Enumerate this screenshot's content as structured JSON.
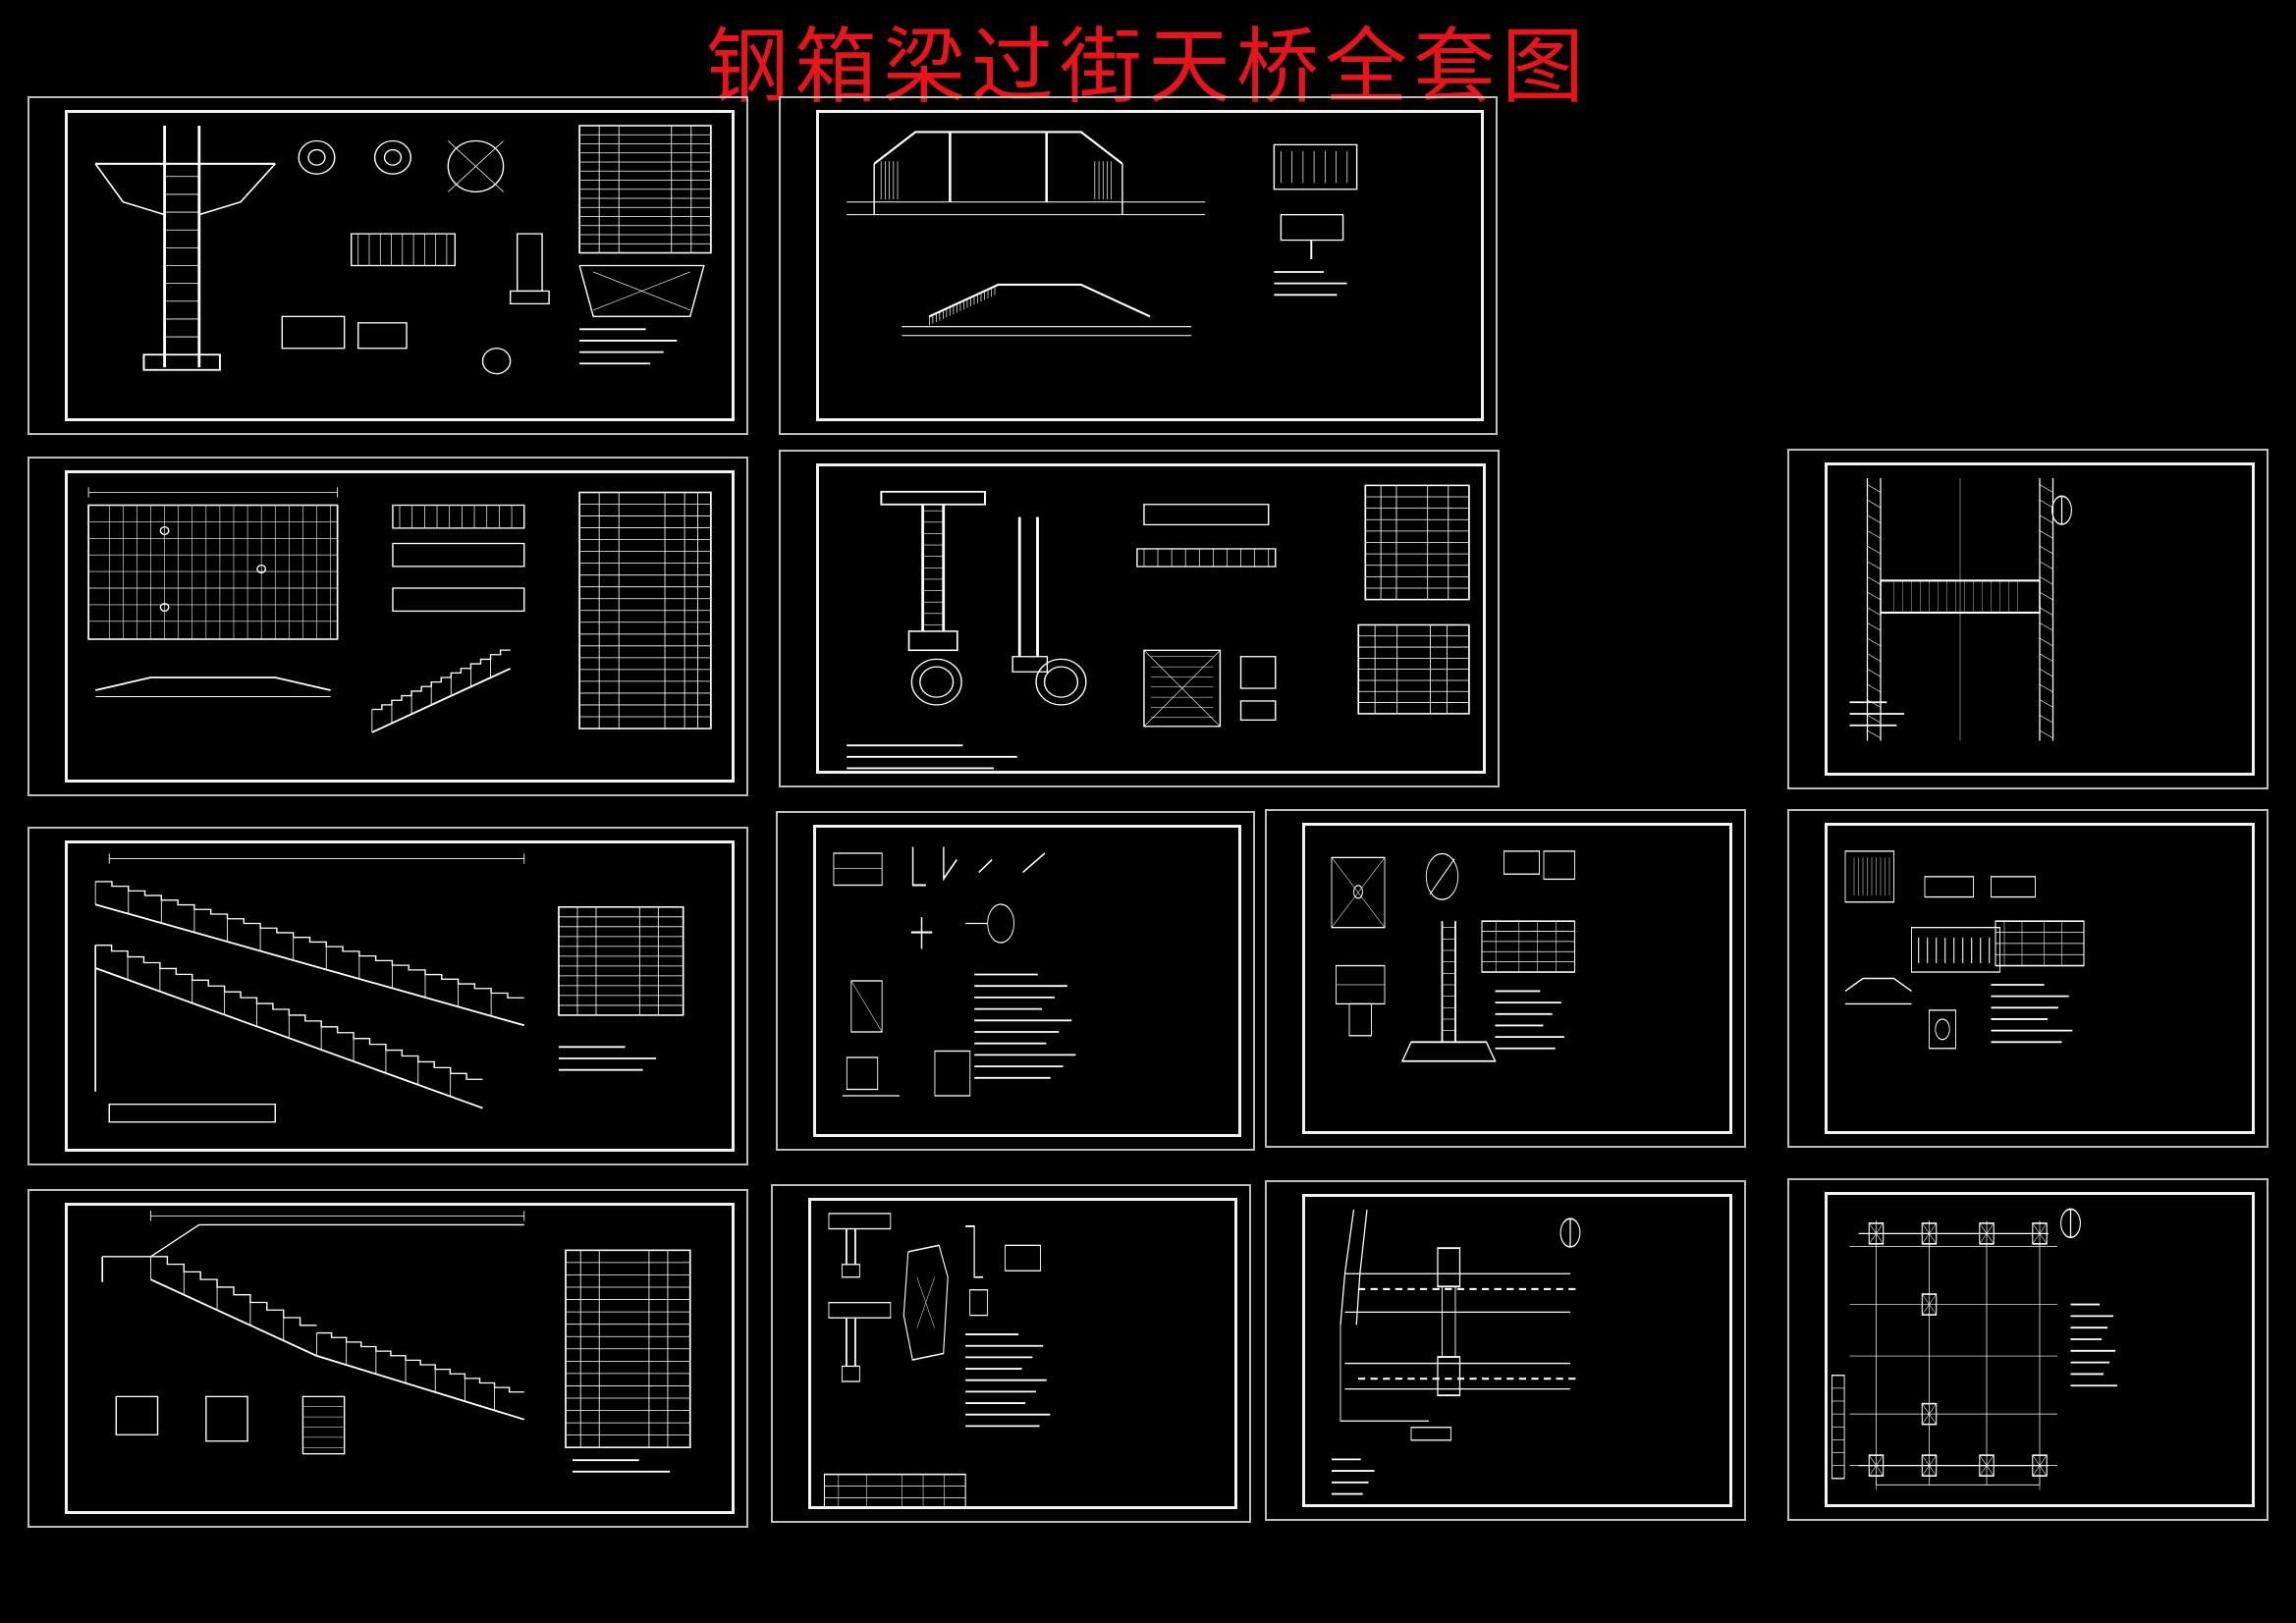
{
  "title": "钢箱梁过街天桥全套图",
  "colors": {
    "background": "#000000",
    "title": "#e4161b",
    "sheet_frame": "#bdbdbd",
    "linework": "#ffffff"
  },
  "sheets": [
    {
      "id": "sheet-pier-details",
      "drawing": "pier"
    },
    {
      "id": "sheet-elevation",
      "drawing": "elevation"
    },
    {
      "id": "sheet-deck-plan",
      "drawing": "deckplan"
    },
    {
      "id": "sheet-column-details",
      "drawing": "columns"
    },
    {
      "id": "sheet-general-plan",
      "drawing": "plan"
    },
    {
      "id": "sheet-stair-elevation-1",
      "drawing": "stair"
    },
    {
      "id": "sheet-steel-node-details",
      "drawing": "nodes"
    },
    {
      "id": "sheet-foundation-details",
      "drawing": "foundation"
    },
    {
      "id": "sheet-drainage-details",
      "drawing": "drainage"
    },
    {
      "id": "sheet-stair-elevation-2",
      "drawing": "stair2"
    },
    {
      "id": "sheet-railing-details",
      "drawing": "railing"
    },
    {
      "id": "sheet-site-layout",
      "drawing": "site"
    },
    {
      "id": "sheet-pile-layout",
      "drawing": "piles"
    }
  ]
}
